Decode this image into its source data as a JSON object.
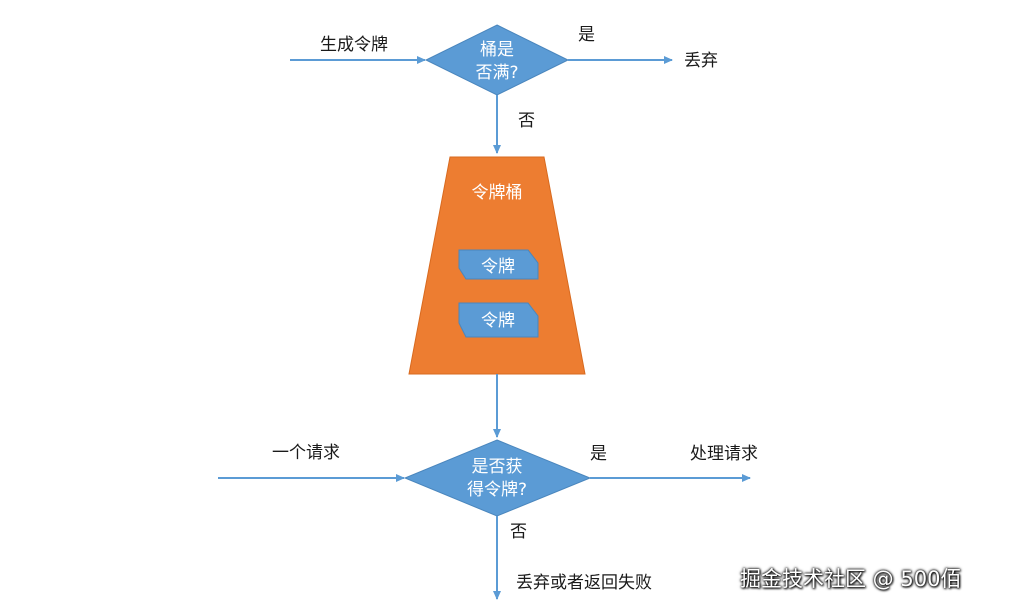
{
  "colors": {
    "arrow": "#5b9bd5",
    "diamond_fill": "#5b9bd5",
    "bucket_fill": "#ed7d31",
    "token_fill": "#5b9bd5"
  },
  "top_flow": {
    "input_label": "生成令牌",
    "decision_line1": "桶是",
    "decision_line2": "否满?",
    "yes_label": "是",
    "yes_result": "丢弃",
    "no_label": "否"
  },
  "bucket": {
    "title": "令牌桶",
    "tokens": [
      "令牌",
      "令牌"
    ]
  },
  "bottom_flow": {
    "input_label": "一个请求",
    "decision_line1": "是否获",
    "decision_line2": "得令牌?",
    "yes_label": "是",
    "yes_result": "处理请求",
    "no_label": "否",
    "no_result": "丢弃或者返回失败"
  },
  "watermark": "掘金技术社区 @ 500佰"
}
